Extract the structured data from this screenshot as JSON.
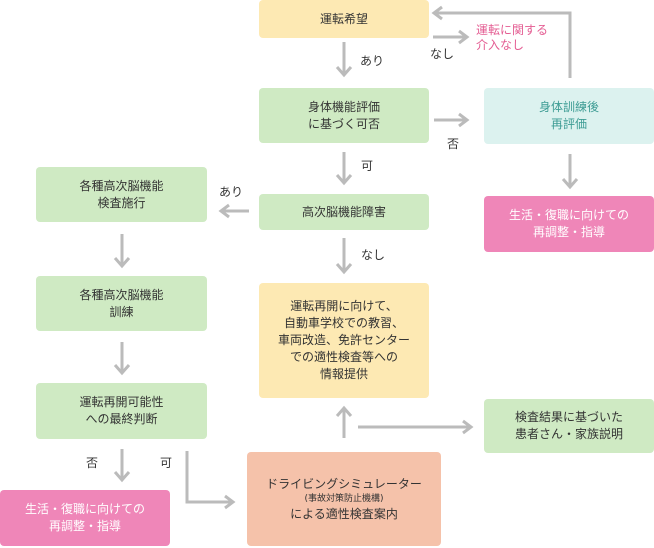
{
  "nodes": {
    "driving_wish": {
      "lines": [
        "運転希望"
      ]
    },
    "physical_eval": {
      "lines": [
        "身体機能評価",
        "に基づく可否"
      ]
    },
    "retrain_eval": {
      "lines": [
        "身体訓練後",
        "再評価"
      ]
    },
    "adjust_top": {
      "lines": [
        "生活・復職に向けての",
        "再調整・指導"
      ]
    },
    "higher_dysfunction": {
      "lines": [
        "高次脳機能障害"
      ]
    },
    "tests": {
      "lines": [
        "各種高次脳機能",
        "検査施行"
      ]
    },
    "training": {
      "lines": [
        "各種高次脳機能",
        "訓練"
      ]
    },
    "final_judgment": {
      "lines": [
        "運転再開可能性",
        "への最終判断"
      ]
    },
    "info": {
      "lines": [
        "運転再開に向けて、",
        "自動車学校での教習、",
        "車両改造、免許センター",
        "での適性検査等への",
        "情報提供"
      ]
    },
    "explain": {
      "lines": [
        "検査結果に基づいた",
        "患者さん・家族説明"
      ]
    },
    "simulator": {
      "line1": "ドライビングシミュレーター",
      "note": "(事故対策防止機構)",
      "line3": "による適性検査案内"
    },
    "adjust_bottom": {
      "lines": [
        "生活・復職に向けての",
        "再調整・指導"
      ]
    }
  },
  "labels": {
    "no_intervention": [
      "運転に関する",
      "介入なし"
    ],
    "nashi_1": "なし",
    "ari_1": "あり",
    "hi_1": "否",
    "ka_1": "可",
    "ari_2": "あり",
    "nashi_2": "なし",
    "hi_2": "否",
    "ka_2": "可"
  },
  "colors": {
    "yellow": "#fde9b3",
    "green": "#cfeac3",
    "cyan": "#dcf2ef",
    "pink": "#ef86b8",
    "salmon": "#f5c2aa",
    "arrow": "#bbbbbb",
    "pink_text": "#e45c92",
    "teal_text": "#3d9c94"
  }
}
